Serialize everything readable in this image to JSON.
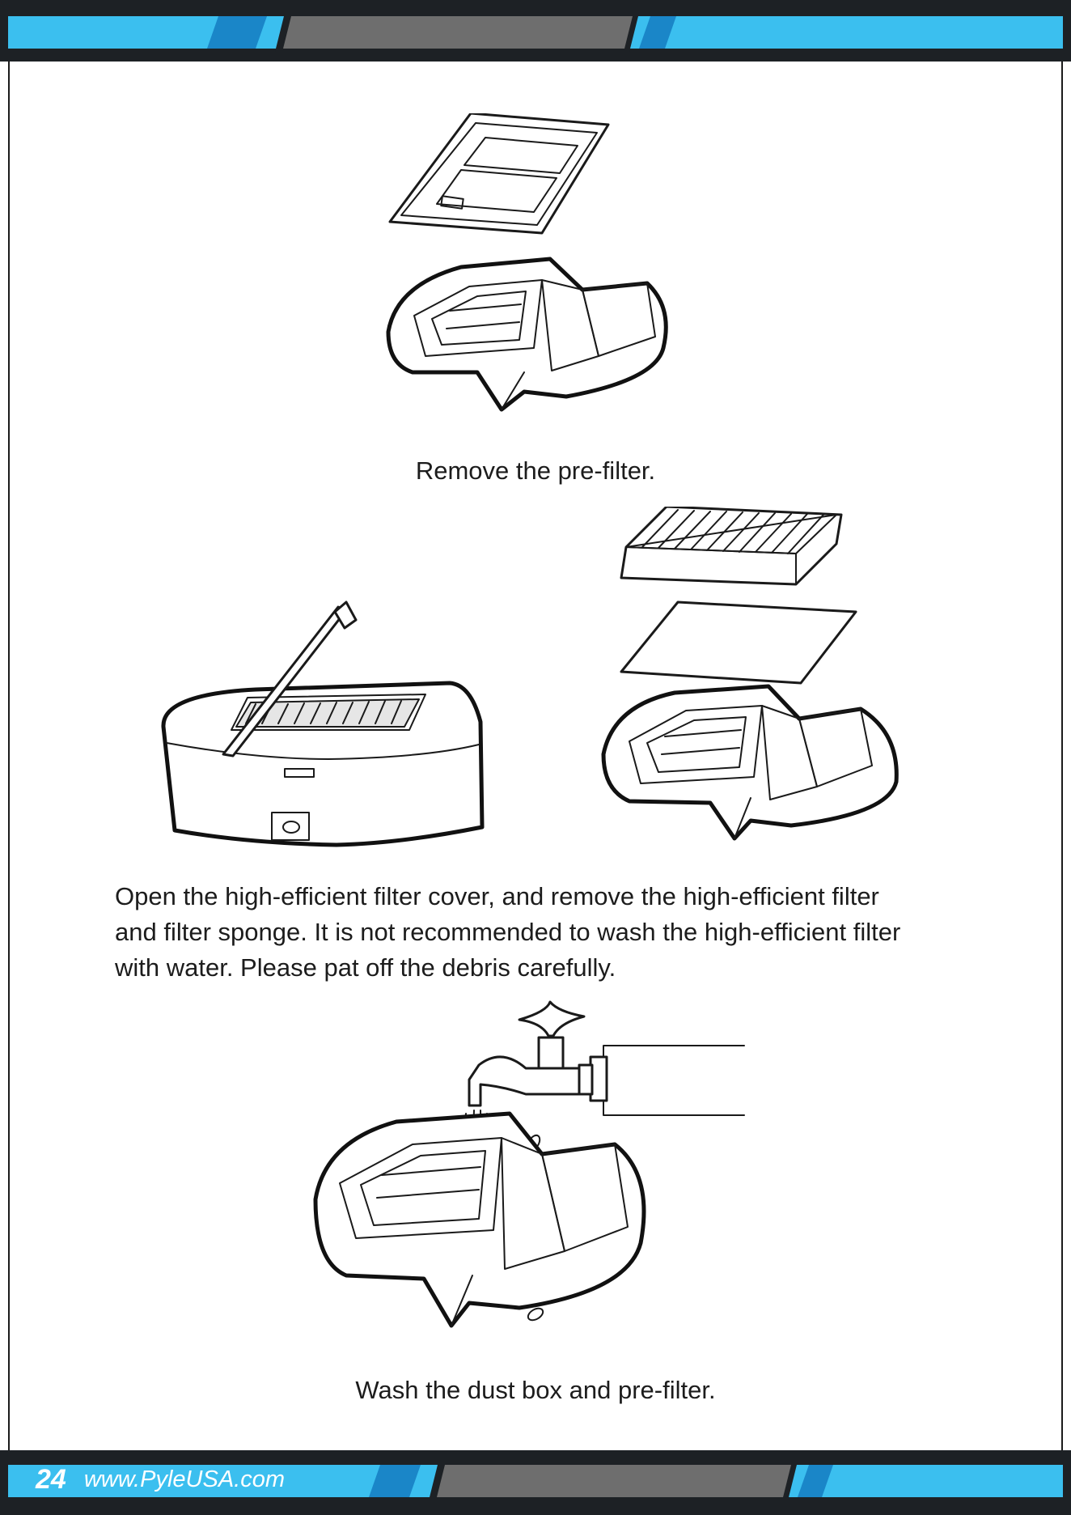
{
  "colors": {
    "accent_blue": "#3bbfef",
    "deep_blue": "#1a86c8",
    "band_dark": "#1d2125",
    "band_gray": "#6e6e6e"
  },
  "captions": {
    "step1": "Remove the pre-filter.",
    "step3": "Wash the dust box and pre-filter."
  },
  "instructions": {
    "lines": [
      "Open the high-efficient filter cover, and remove the high-efficient filter",
      "and filter sponge. It is not recommended to wash the high-efficient filter",
      "with water. Please pat off the debris carefully."
    ]
  },
  "footer": {
    "page_number": "24",
    "url": "www.PyleUSA.com"
  }
}
